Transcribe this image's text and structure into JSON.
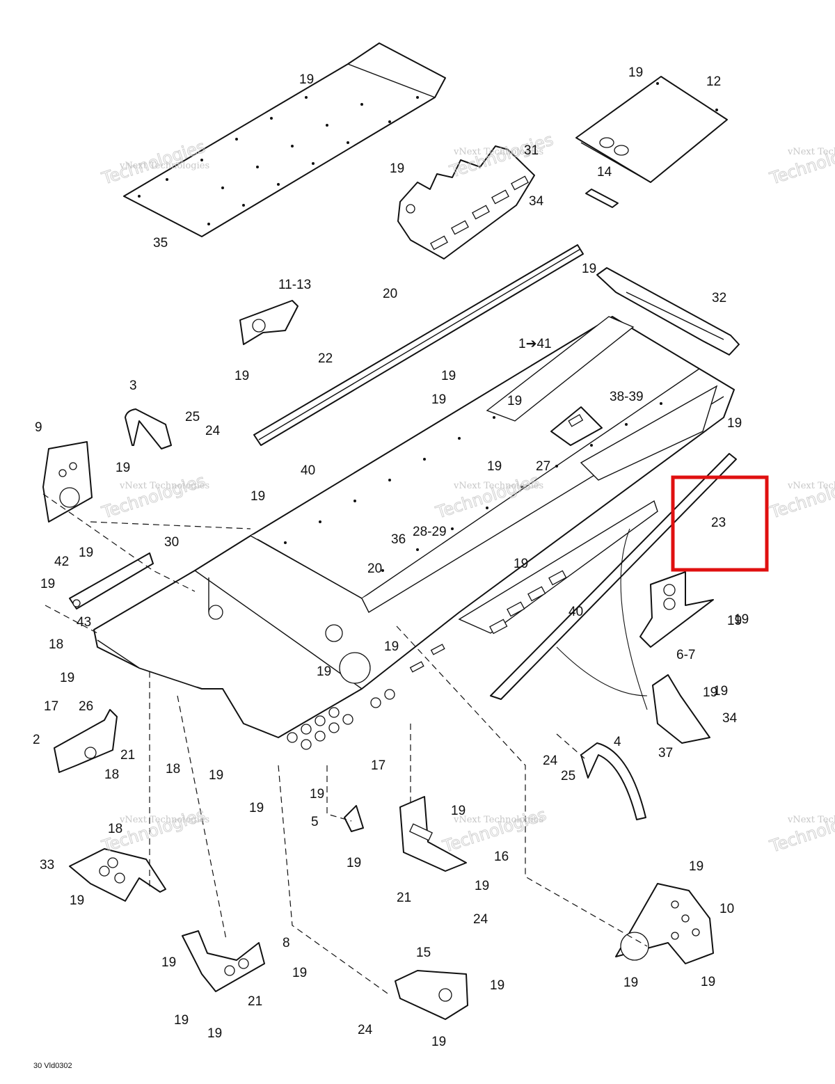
{
  "diagram_code": "30 Vld0302",
  "watermark": {
    "line1": "vNext Technologies",
    "line2": "Technologies",
    "line3": "vNext"
  },
  "highlight_color": "#e01010",
  "callouts": [
    "19",
    "35",
    "19",
    "12",
    "31",
    "19",
    "34",
    "14",
    "20",
    "19",
    "32",
    "11-13",
    "22",
    "1➔41",
    "19",
    "3",
    "25",
    "24",
    "19",
    "19",
    "38-39",
    "19",
    "19",
    "9",
    "19",
    "40",
    "19",
    "27",
    "19",
    "23",
    "28-29",
    "36",
    "20",
    "30",
    "19",
    "42",
    "19",
    "43",
    "19",
    "40",
    "18",
    "19",
    "6-7",
    "19",
    "19",
    "19",
    "17",
    "26",
    "2",
    "21",
    "18",
    "18",
    "19",
    "19",
    "17",
    "19",
    "4",
    "24",
    "25",
    "34",
    "37",
    "19",
    "5",
    "19",
    "19",
    "16",
    "19",
    "21",
    "18",
    "33",
    "19",
    "19",
    "24",
    "19",
    "10",
    "8",
    "19",
    "19",
    "19",
    "21",
    "19",
    "15",
    "19",
    "19",
    "24",
    "19",
    "19",
    "19",
    "19"
  ],
  "highlighted_part": "23"
}
